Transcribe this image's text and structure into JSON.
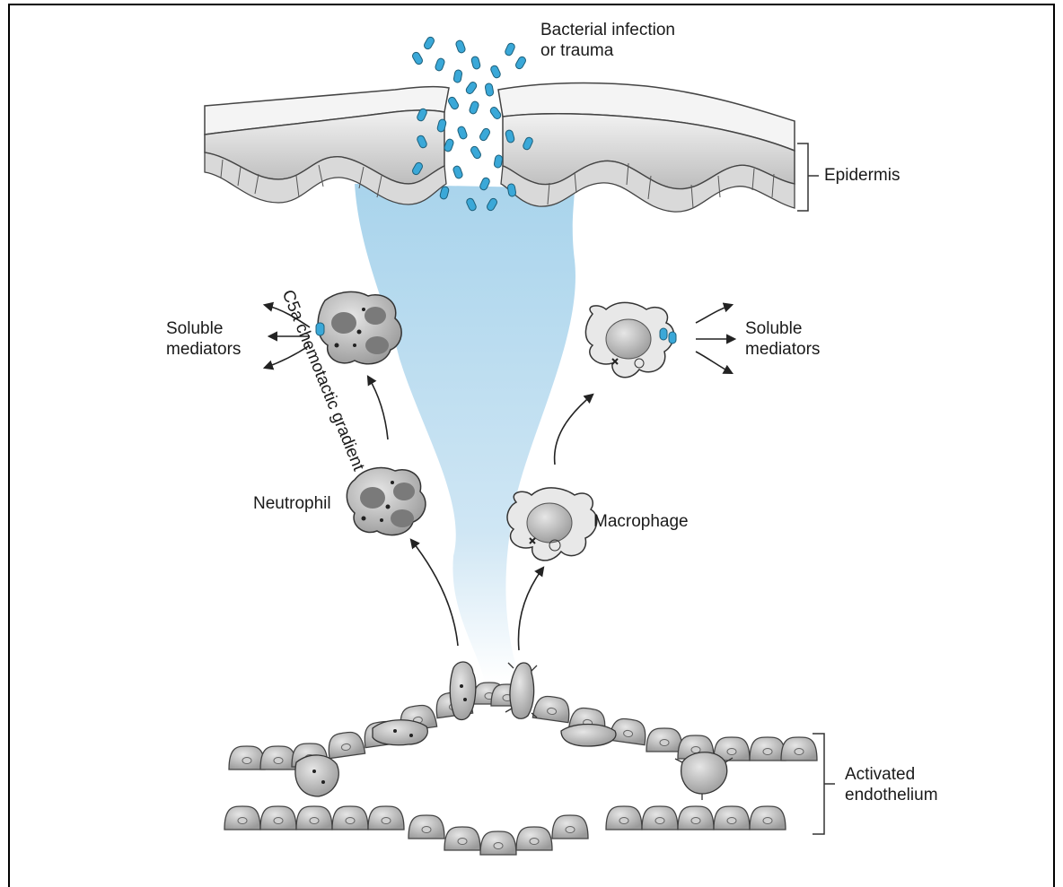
{
  "labels": {
    "infection_line1": "Bacterial infection",
    "infection_line2": "or trauma",
    "epidermis": "Epidermis",
    "gradient": "C5a chemotactic gradient",
    "soluble_left_line1": "Soluble",
    "soluble_left_line2": "mediators",
    "soluble_right_line1": "Soluble",
    "soluble_right_line2": "mediators",
    "neutrophil": "Neutrophil",
    "macrophage": "Macrophage",
    "endothelium_line1": "Activated",
    "endothelium_line2": "endothelium"
  },
  "colors": {
    "bacteria": "#3aa8d8",
    "gradient": "#b9dcef",
    "cell_fill": "#bdbdbd",
    "tissue_fill": "#e2e2e2",
    "outline": "#333333"
  }
}
